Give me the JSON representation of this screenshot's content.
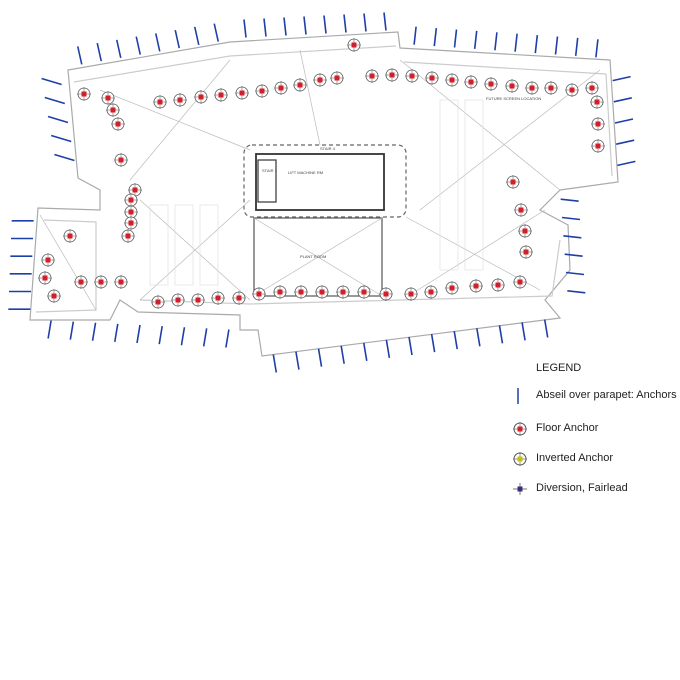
{
  "plan": {
    "labels": {
      "stair1": "STAIR 1",
      "stair4": "STAIR 4",
      "lift_machine": "LIFT MACHINE RM",
      "plant_room": "PLANT ROOM",
      "future_screen": "FUTURE SCREEN LOCATION"
    }
  },
  "legend": {
    "title": "LEGEND",
    "items": [
      {
        "label": "Abseil over parapet: Anchors",
        "icon": "blue-line-icon"
      },
      {
        "label": "Floor Anchor",
        "icon": "floor-anchor-icon"
      },
      {
        "label": "Inverted Anchor",
        "icon": "inverted-anchor-icon"
      },
      {
        "label": "Diversion, Fairlead",
        "icon": "fairlead-icon"
      }
    ]
  },
  "colors": {
    "abseil": "#1f3fa8",
    "floor_anchor": "#d0202a",
    "inverted_anchor": "#c8c010",
    "fairlead": "#3a2f7a",
    "outline": "#9a9a9a"
  }
}
